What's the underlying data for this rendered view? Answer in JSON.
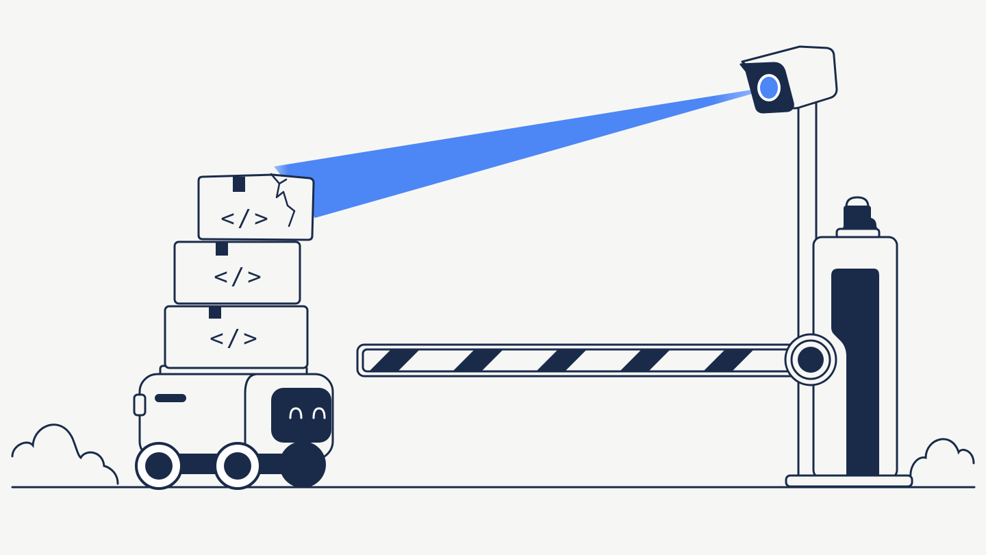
{
  "scene": {
    "description": "",
    "background": "#f6f7f5"
  },
  "colors": {
    "ink": "#1a2b4a",
    "outline_fill": "#f6f7f5",
    "beam": "#4d86f5",
    "lens": "#4d86f5",
    "white": "#ffffff"
  },
  "boxes": [
    {
      "label": "</>",
      "state": "cracked"
    },
    {
      "label": "</>",
      "state": "intact"
    },
    {
      "label": "</>",
      "state": "intact"
    }
  ],
  "robot": {
    "face": "smiling",
    "eyes": "^ ^"
  },
  "barrier": {
    "state": "closed",
    "stripes": 5
  },
  "camera": {
    "beam_target": "top-box"
  }
}
